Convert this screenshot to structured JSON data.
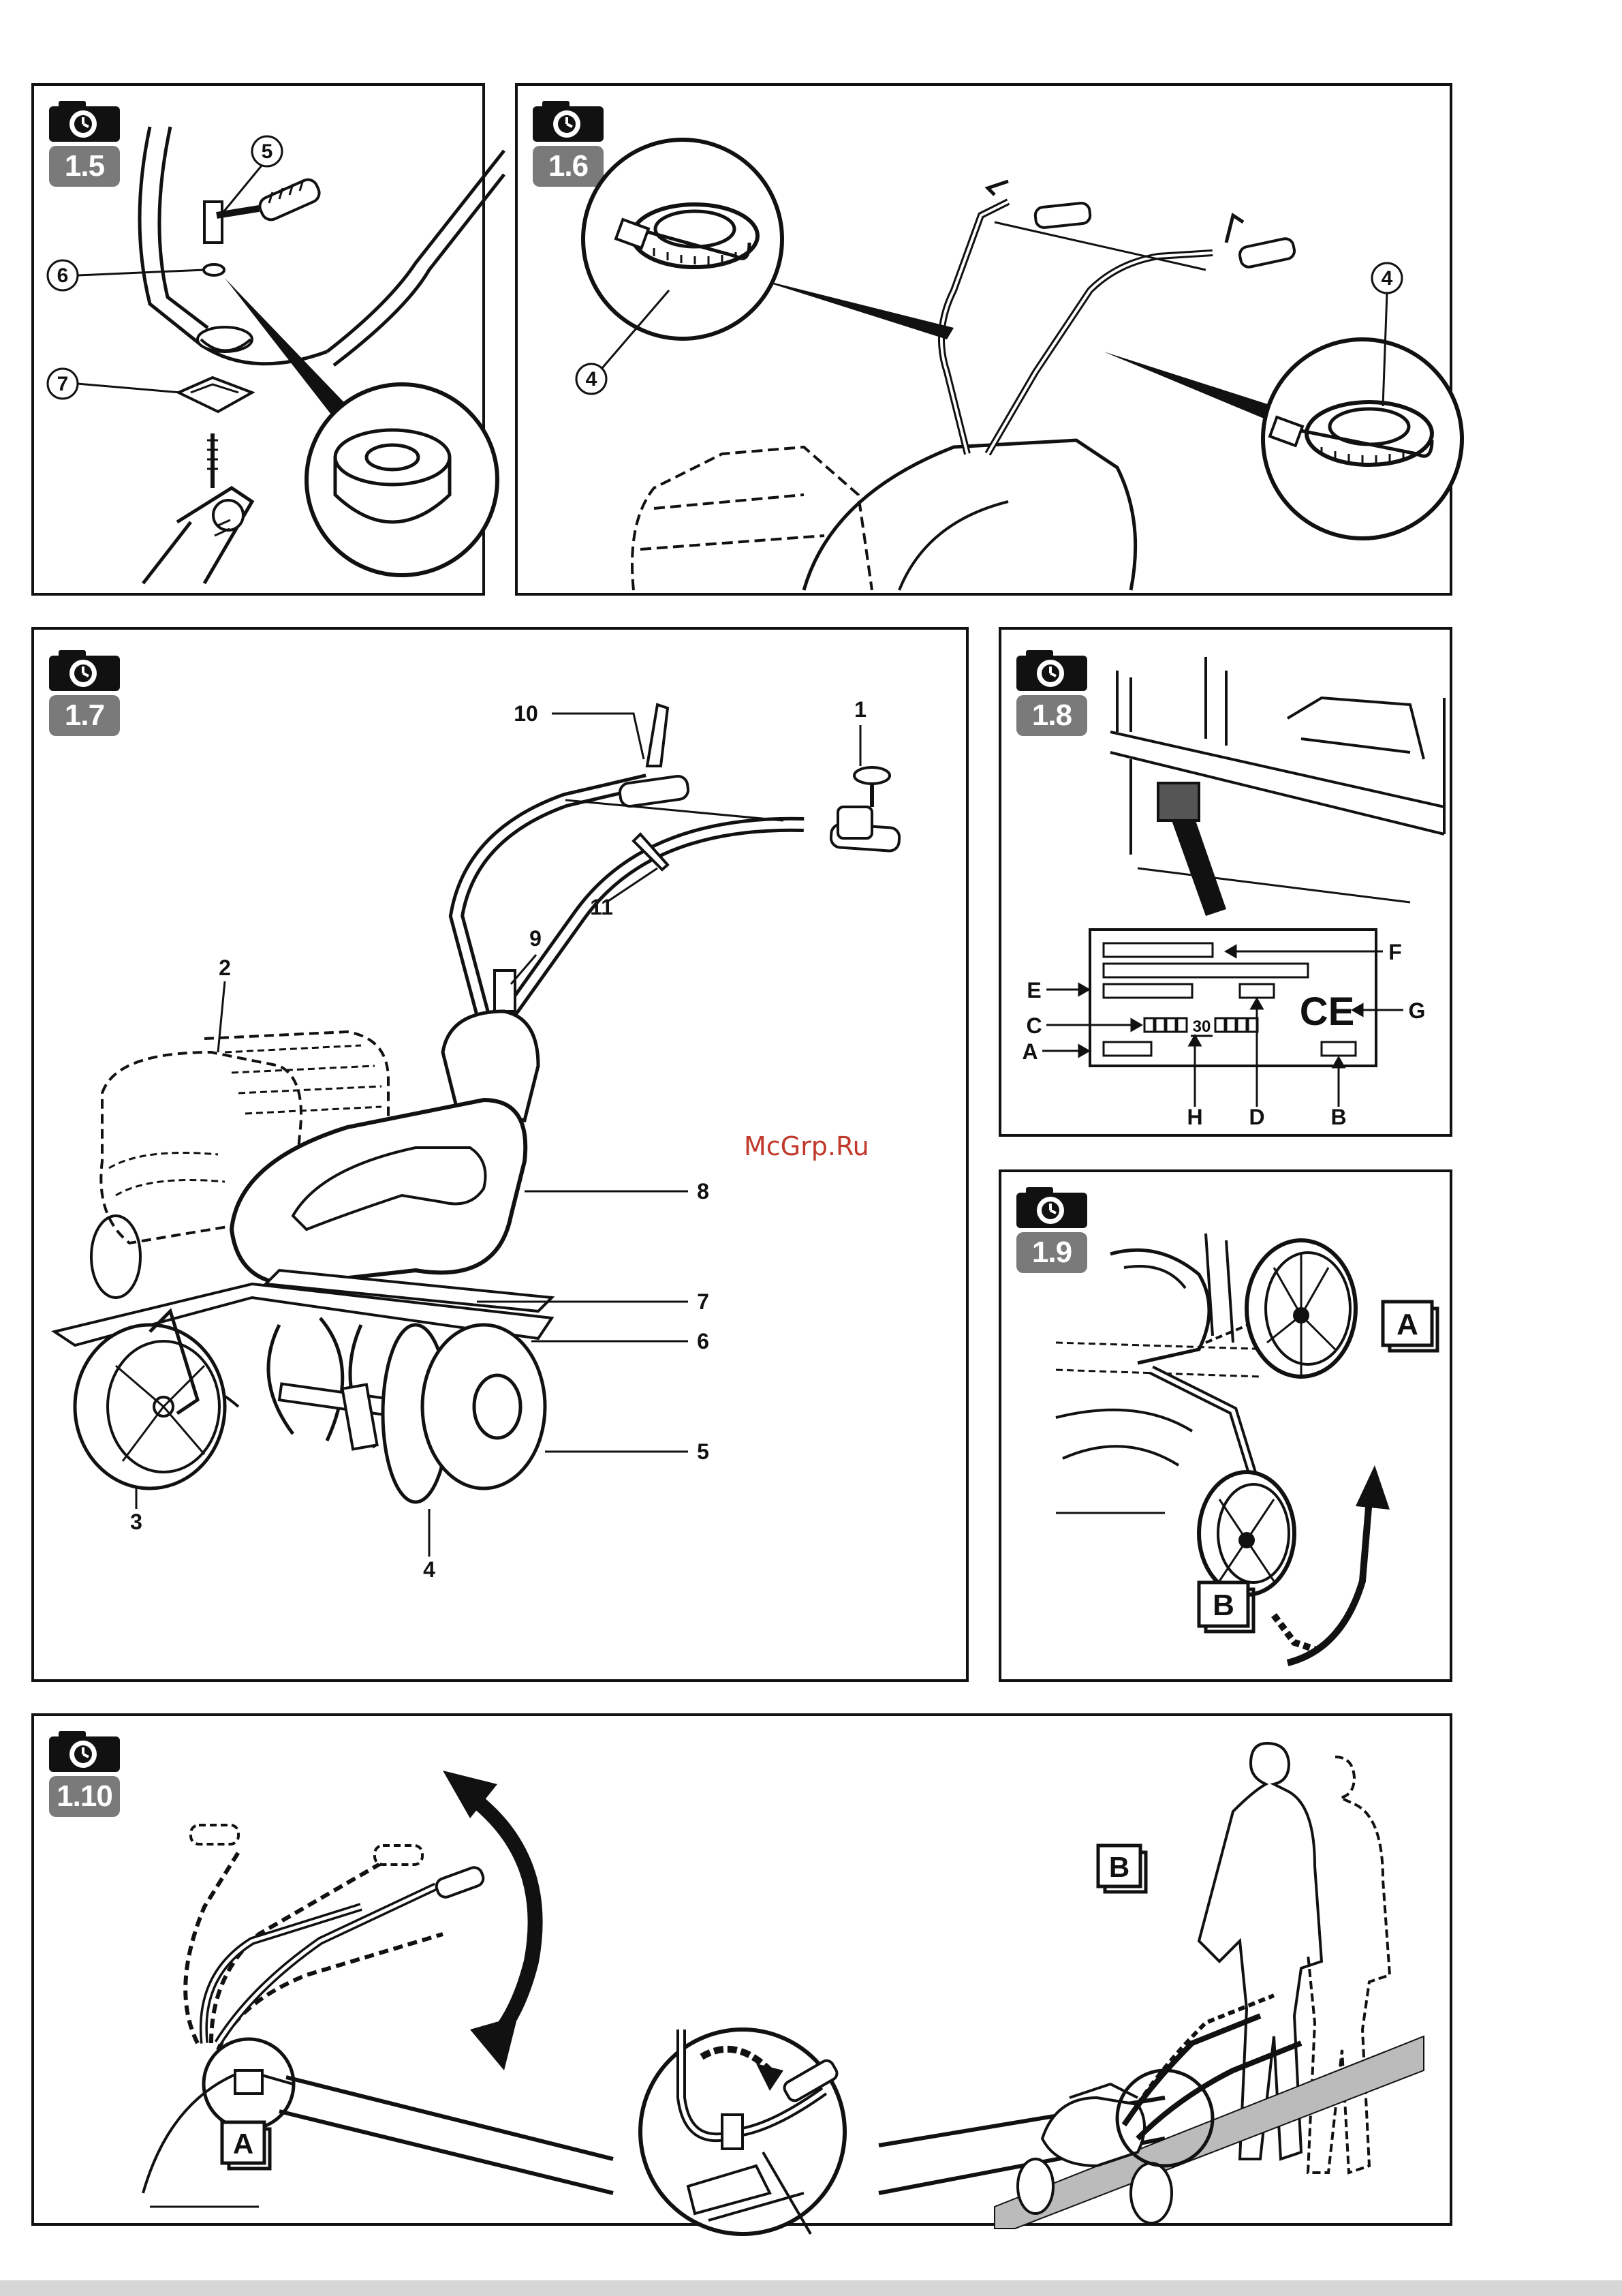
{
  "figures": [
    {
      "id": "fig-1-5",
      "number": "1.5",
      "callouts": [
        "5",
        "6",
        "7"
      ]
    },
    {
      "id": "fig-1-6",
      "number": "1.6",
      "callouts": [
        "4",
        "4"
      ]
    },
    {
      "id": "fig-1-7",
      "number": "1.7",
      "callouts": [
        "10",
        "1",
        "9",
        "11",
        "2",
        "8",
        "7",
        "6",
        "5",
        "3",
        "4"
      ]
    },
    {
      "id": "fig-1-8",
      "number": "1.8",
      "plate_labels": {
        "F": "F",
        "E": "E",
        "C": "C",
        "A": "A",
        "G": "G",
        "H": "H",
        "D": "D",
        "B": "B"
      },
      "plate_digits": "30",
      "ce_mark": "CE"
    },
    {
      "id": "fig-1-9",
      "number": "1.9",
      "boxes": {
        "a": "A",
        "b": "B"
      }
    },
    {
      "id": "fig-1-10",
      "number": "1.10",
      "boxes": {
        "a": "A",
        "b": "B"
      }
    }
  ],
  "watermark": "McGrp.Ru",
  "colors": {
    "ink": "#111111",
    "badge": "#7a7a7a",
    "watermark": "#c0392b"
  },
  "icons": [
    "camera-icon"
  ]
}
